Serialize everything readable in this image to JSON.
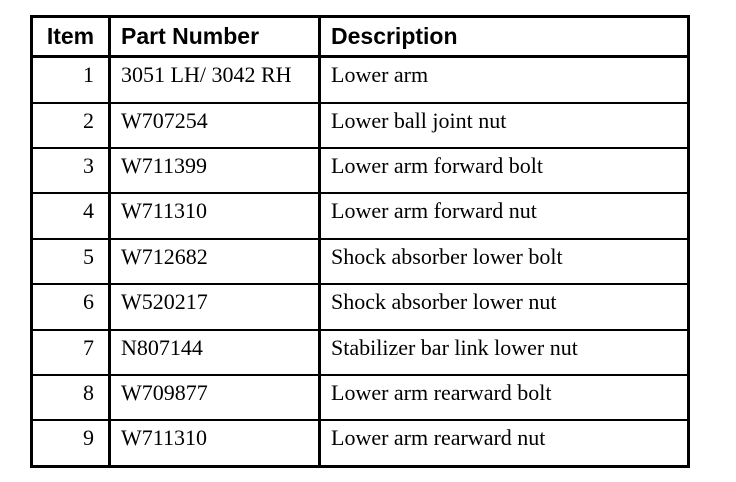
{
  "table": {
    "columns": [
      {
        "key": "item",
        "label": "Item",
        "align": "center"
      },
      {
        "key": "part_number",
        "label": "Part Number",
        "align": "left"
      },
      {
        "key": "description",
        "label": "Description",
        "align": "left"
      }
    ],
    "rows": [
      {
        "item": "1",
        "part_number": "3051 LH/ 3042 RH",
        "description": "Lower arm"
      },
      {
        "item": "2",
        "part_number": "W707254",
        "description": "Lower ball joint nut"
      },
      {
        "item": "3",
        "part_number": "W711399",
        "description": "Lower arm forward bolt"
      },
      {
        "item": "4",
        "part_number": "W711310",
        "description": "Lower arm forward nut"
      },
      {
        "item": "5",
        "part_number": "W712682",
        "description": "Shock absorber lower bolt"
      },
      {
        "item": "6",
        "part_number": "W520217",
        "description": "Shock absorber lower nut"
      },
      {
        "item": "7",
        "part_number": "N807144",
        "description": "Stabilizer bar link lower nut"
      },
      {
        "item": "8",
        "part_number": "W709877",
        "description": "Lower arm rearward bolt"
      },
      {
        "item": "9",
        "part_number": "W711310",
        "description": "Lower arm rearward nut"
      }
    ]
  },
  "colors": {
    "page_background": "#ffffff",
    "table_background": "#ffffff",
    "border": "#000000",
    "text": "#000000"
  }
}
